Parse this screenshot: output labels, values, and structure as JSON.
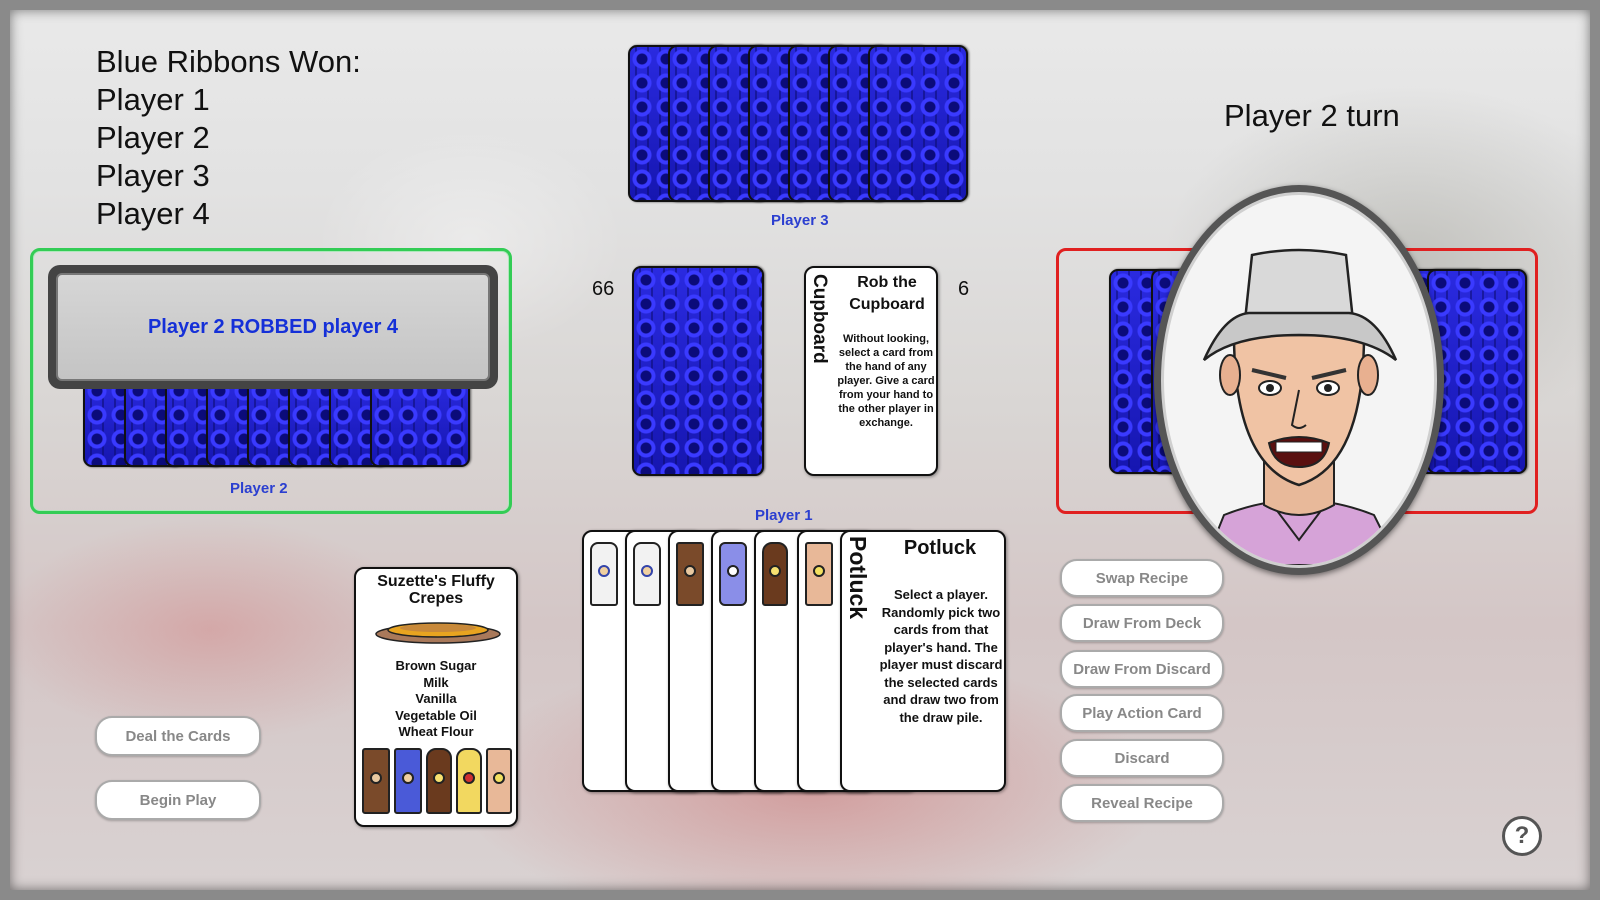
{
  "scoreboard": {
    "title": "Blue Ribbons Won:",
    "players": [
      "Player 1",
      "Player 2",
      "Player 3",
      "Player 4"
    ]
  },
  "turn_label": "Player 2 turn",
  "message": "Player 2 ROBBED player 4",
  "players": {
    "p1_label": "Player 1",
    "p2_label": "Player 2",
    "p3_label": "Player 3"
  },
  "deck_count": "66",
  "discard_count": "6",
  "discard_card": {
    "title": "Rob the Cupboard",
    "side": "Cupboard",
    "description": "Without looking, select a card from the hand of any player. Give a card from your hand to the other player in exchange."
  },
  "recipe_card": {
    "title": "Suzette's Fluffy Crepes",
    "ingredients": [
      "Brown Sugar",
      "Milk",
      "Vanilla",
      "Vegetable Oil",
      "Wheat Flour"
    ]
  },
  "hand_action_card": {
    "title": "Potluck",
    "side": "Potluck",
    "description": "Select a player. Randomly pick two cards from that player's hand. The player must discard the selected cards and draw two from the draw pile."
  },
  "buttons": {
    "deal": "Deal the Cards",
    "begin": "Begin Play",
    "swap_recipe": "Swap Recipe",
    "draw_deck": "Draw From Deck",
    "draw_discard": "Draw From Discard",
    "play_action": "Play Action Card",
    "discard": "Discard",
    "reveal_recipe": "Reveal Recipe"
  },
  "help": "?",
  "colors": {
    "active_frame": "#33cc55",
    "opponent_frame": "#e02020",
    "card_back": "#1e1ec8",
    "label_blue": "#2b3fd0",
    "message_blue": "#1530d8"
  }
}
